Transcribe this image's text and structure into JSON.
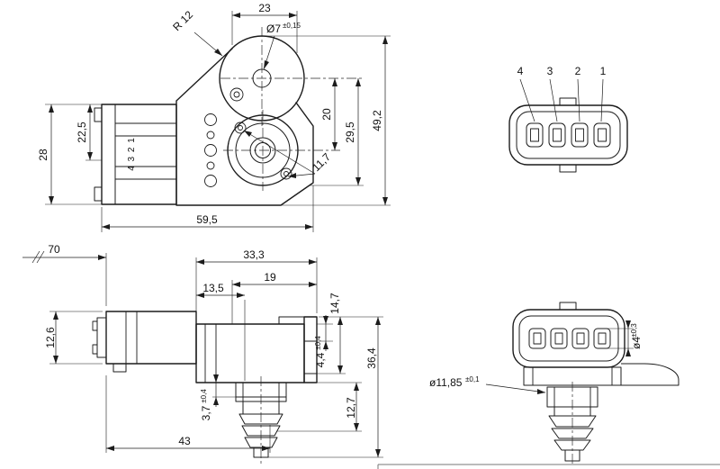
{
  "plan": {
    "r12": "R 12",
    "w23": "23",
    "dia7": "Ø7",
    "dia7_tol": "±0,15",
    "h225": "22,5",
    "h28": "28",
    "h20": "20",
    "h295": "29,5",
    "h492": "49,2",
    "d117": "11,7",
    "w595": "59,5",
    "pins": "4 3 2 1"
  },
  "face": {
    "pins": [
      "4",
      "3",
      "2",
      "1"
    ]
  },
  "side": {
    "w70": "70",
    "w333": "33,3",
    "w19": "19",
    "w135": "13,5",
    "h126": "12,6",
    "h147": "14,7",
    "h44": "4,4",
    "h44_tol": "±0,4",
    "h127": "12,7",
    "h364": "36,4",
    "h37": "3,7",
    "h37_tol": "±0,4",
    "w43": "43"
  },
  "conn_side": {
    "dia1185": "ø11,85",
    "dia1185_tol": "±0,1",
    "dia4": "ø4",
    "dia4_tol": "±0,3"
  },
  "colors": {
    "line": "#1c1c1c",
    "background": "#ffffff"
  }
}
